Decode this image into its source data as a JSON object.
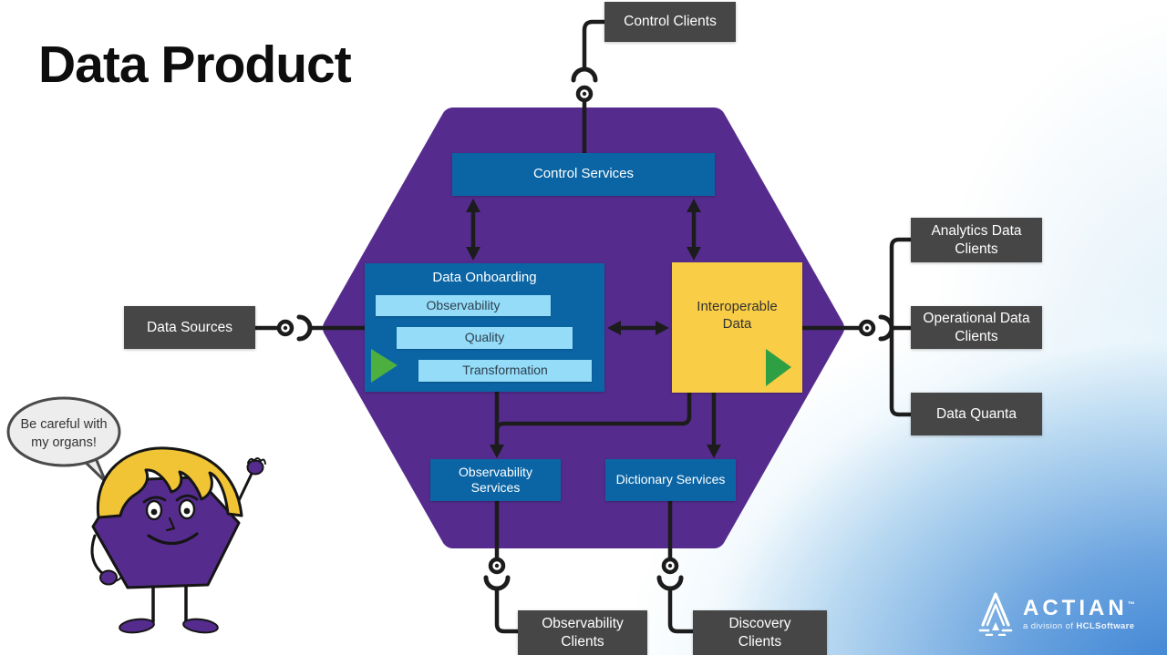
{
  "title": "Data Product",
  "external": {
    "control_clients": "Control Clients",
    "data_sources": "Data Sources",
    "analytics_data_clients": "Analytics Data Clients",
    "operational_data_clients": "Operational Data Clients",
    "data_quanta": "Data Quanta",
    "observability_clients": "Observability Clients",
    "discovery_clients": "Discovery Clients"
  },
  "internal": {
    "control_services": "Control Services",
    "data_onboarding": "Data Onboarding",
    "onboarding_steps": [
      "Observability",
      "Quality",
      "Transformation"
    ],
    "interoperable_data": "Interoperable Data",
    "observability_services": "Observability Services",
    "dictionary_services": "Dictionary Services"
  },
  "character": {
    "speech": [
      "Be careful with",
      "my organs!"
    ]
  },
  "logo": {
    "brand": "ACTIAN",
    "trademark": "™",
    "division_prefix": "a division of ",
    "company": "HCLSoftware"
  },
  "colors": {
    "hexagon_purple": "#552c8e",
    "service_blue": "#0b65a5",
    "pill_blue": "#94dcf8",
    "interoperable_yellow": "#f9cd45",
    "client_gray": "#464646",
    "connector_black": "#1c1c1c",
    "arrow_green": "#3fa344",
    "corner_blue": "#3b82d3"
  }
}
